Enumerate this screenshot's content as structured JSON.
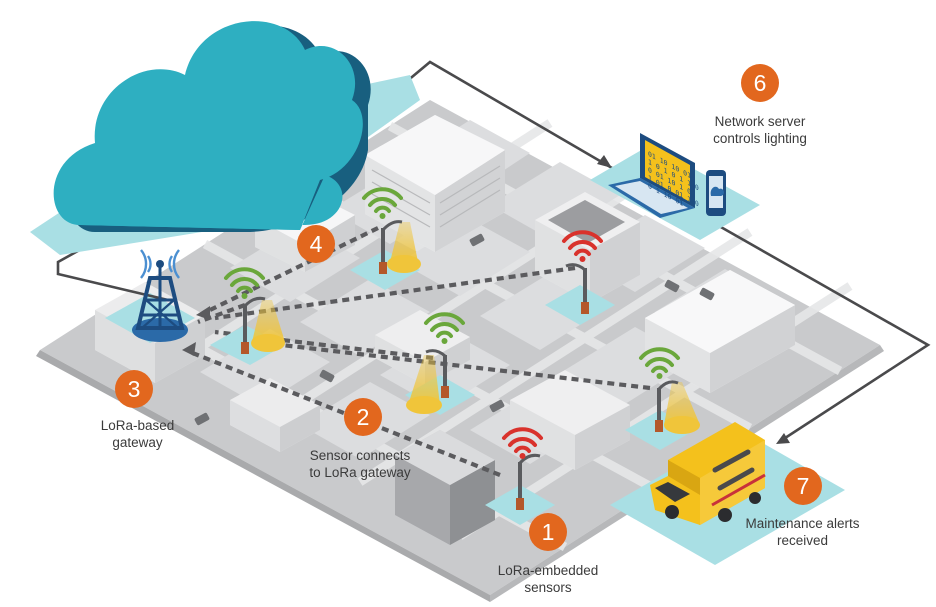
{
  "steps": [
    {
      "number": "1",
      "line1": "LoRa-embedded",
      "line2": "sensors"
    },
    {
      "number": "2",
      "line1": "Sensor connects",
      "line2": "to LoRa gateway"
    },
    {
      "number": "3",
      "line1": "LoRa-based",
      "line2": "gateway"
    },
    {
      "number": "4",
      "line1": "",
      "line2": ""
    },
    {
      "number": "6",
      "line1": "Network server",
      "line2": "controls lighting"
    },
    {
      "number": "7",
      "line1": "Maintenance alerts",
      "line2": "received"
    }
  ],
  "laptop_screen_rows": [
    "01 10 10 01",
    "1 0 1 0 1 1 0",
    "0 01 10 1 0",
    "1 01 0 01 1 0",
    "0 1 10 01"
  ],
  "colors": {
    "accent": "#e2671e",
    "cloud_front": "#2eafc1",
    "cloud_side": "#185f7f",
    "platform": "#a9dfe4",
    "signal_good": "#6aa73b",
    "signal_bad": "#d9322c",
    "light_beam": "#f0c53a",
    "van": "#f4c11c"
  },
  "icons": [
    "cloud-icon",
    "gateway-tower-icon",
    "laptop-icon",
    "phone-icon",
    "maintenance-van-icon",
    "wifi-signal-icon",
    "street-light-icon"
  ]
}
